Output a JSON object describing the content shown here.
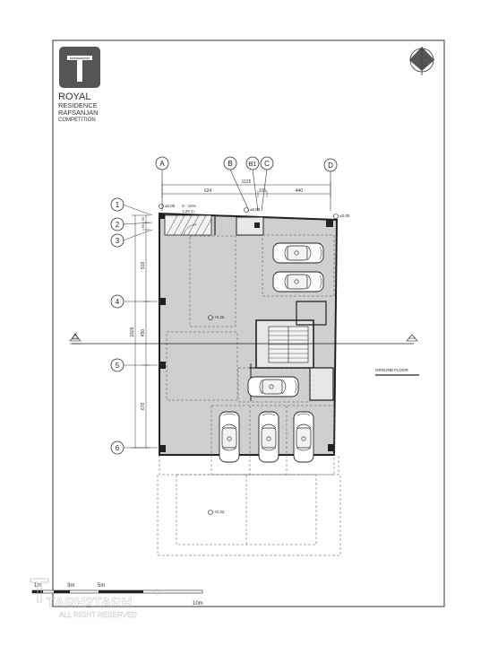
{
  "title_block": {
    "line1": "ROYAL",
    "line2": "RESIDENCE",
    "line3": "RAFSANJAN",
    "line4": "COMPETITION"
  },
  "grid_columns": [
    "A",
    "B",
    "B1",
    "C",
    "D"
  ],
  "grid_rows": [
    "1",
    "2",
    "3",
    "4",
    "5",
    "6"
  ],
  "dims_top": {
    "total": "1135",
    "seg1": "624",
    "seg2": "105",
    "seg3": "440"
  },
  "dims_left": {
    "total": "1826",
    "seg_small1": "50",
    "seg_small2": "60",
    "seg1": "519",
    "seg2": "450",
    "seg3": "678"
  },
  "levels": {
    "top_left": "±0.00",
    "top_mid": "±0.00",
    "top_right": "±0.00",
    "interior": "+0.22",
    "yard": "+0.22"
  },
  "ramp_note": {
    "slope": "S : 16%",
    "height": "1.25 m"
  },
  "floor_label": "GROUND FLOOR",
  "scale_bar": {
    "m1": "1m",
    "m3": "3m",
    "m5": "5m",
    "m10": "10m"
  },
  "watermark": {
    "name": "TARH2TARH",
    "rights": "ALL RIGHT RESERVED"
  },
  "colors": {
    "slab_fill": "#cfcfcf",
    "line": "#222222",
    "frame": "#333333"
  }
}
